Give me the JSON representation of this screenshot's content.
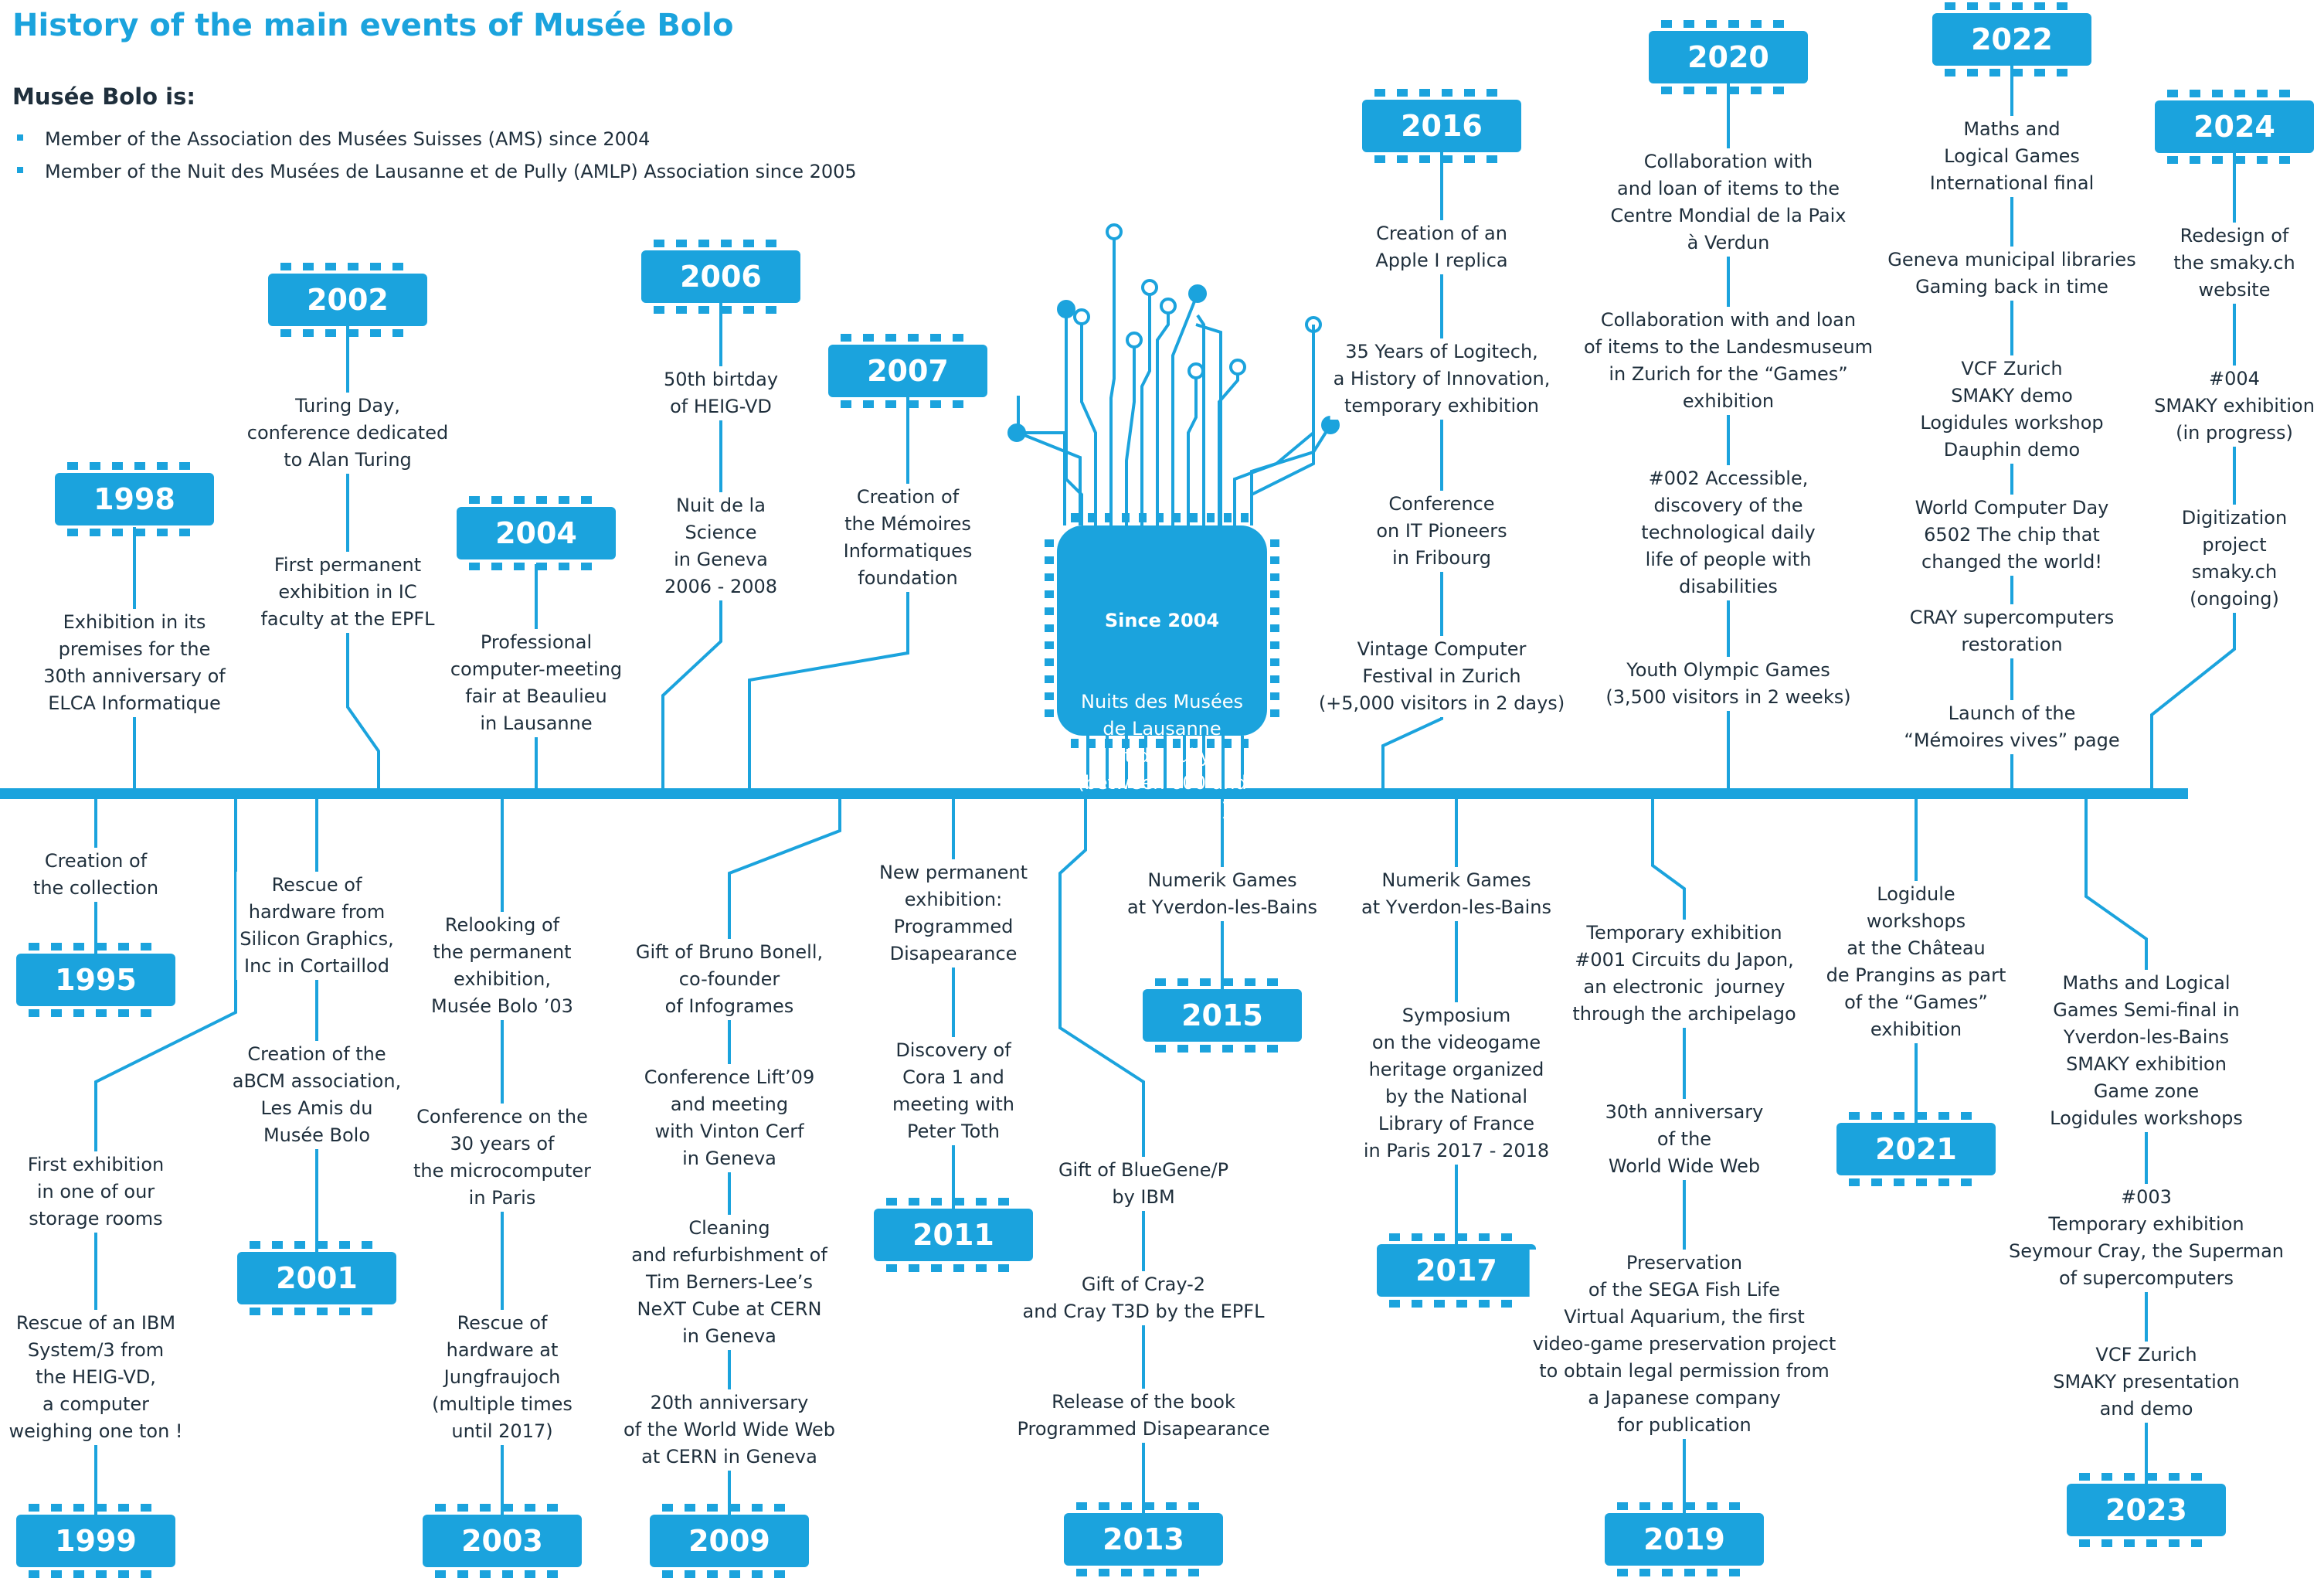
{
  "title": "History of the main events of Musée Bolo",
  "intro": {
    "heading": "Musée Bolo is:",
    "items": [
      "Member of the Association des Musées Suisses (AMS) since 2004",
      "Member of the Nuit des Musées de Lausanne et de Pully (AMLP) Association since 2005"
    ]
  },
  "colors": {
    "accent": "#1ba3dd",
    "text": "#1f2f3c",
    "background": "#ffffff"
  },
  "icons": [
    "chip-icon",
    "circuit-trace-icon"
  ],
  "center": {
    "year": "Since 2004",
    "text": "Nuits des Musées\nde Lausanne\net de Pully\n(between 600 and\n1,500 visitors)"
  },
  "above": [
    {
      "year": "1998",
      "events": [
        "Exhibition in its\npremises for the\n30th anniversary of\nELCA Informatique"
      ]
    },
    {
      "year": "2002",
      "events": [
        "Turing Day,\nconference dedicated\nto Alan Turing",
        "First permanent\nexhibition in IC\nfaculty at the EPFL"
      ]
    },
    {
      "year": "2004",
      "events": [
        "Professional\ncomputer-meeting\nfair at Beaulieu\nin Lausanne"
      ]
    },
    {
      "year": "2006",
      "events": [
        "50th birtday\nof HEIG-VD",
        "Nuit de la\nScience\nin Geneva\n2006 - 2008"
      ]
    },
    {
      "year": "2007",
      "events": [
        "Creation of\nthe Mémoires\nInformatiques\nfoundation"
      ]
    },
    {
      "year": "2016",
      "events": [
        "Creation of an\nApple I replica",
        "35 Years of Logitech,\na History of Innovation,\ntemporary exhibition",
        "Conference\non IT Pioneers\nin Fribourg",
        "Vintage Computer\nFestival in Zurich\n(+5,000 visitors in 2 days)"
      ]
    },
    {
      "year": "2020",
      "events": [
        "Collaboration with\nand loan of items to the\nCentre Mondial de la Paix\nà Verdun",
        "Collaboration with and loan\nof items to the Landesmuseum\nin Zurich for the “Games”\nexhibition",
        "#002 Accessible,\ndiscovery of the\ntechnological daily\nlife of people with\ndisabilities",
        "Youth Olympic Games\n(3,500 visitors in 2 weeks)"
      ]
    },
    {
      "year": "2022",
      "events": [
        "Maths and\nLogical Games\nInternational final",
        "Geneva municipal libraries\nGaming back in time",
        "VCF Zurich\nSMAKY demo\nLogidules workshop\nDauphin demo",
        "World Computer Day\n6502 The chip that\nchanged the world!",
        "CRAY supercomputers\nrestoration",
        "Launch of the\n“Mémoires vives” page"
      ]
    },
    {
      "year": "2024",
      "events": [
        "Redesign of\nthe smaky.ch\nwebsite",
        "#004\nSMAKY exhibition\n(in progress)",
        "Digitization\nproject\nsmaky.ch\n(ongoing)"
      ]
    }
  ],
  "below": [
    {
      "year": "1995",
      "events": [
        "Creation of\nthe collection"
      ]
    },
    {
      "year": "1999",
      "events": [
        "First exhibition\nin one of our\nstorage rooms",
        "Rescue of an IBM\nSystem/3 from\nthe HEIG-VD,\na computer\nweighing one ton !"
      ]
    },
    {
      "year": "2001",
      "events": [
        "Rescue of\nhardware from\nSilicon Graphics,\nInc in Cortaillod",
        "Creation of the\naBCM association,\nLes Amis du\nMusée Bolo"
      ]
    },
    {
      "year": "2003",
      "events": [
        "Relooking of\nthe permanent\nexhibition,\nMusée Bolo ’03",
        "Conference on the\n30 years of\nthe microcomputer\nin Paris",
        "Rescue of\nhardware at\nJungfraujoch\n(multiple times\nuntil 2017)"
      ]
    },
    {
      "year": "2009",
      "events": [
        "Gift of Bruno Bonell,\nco-founder\nof Infogrames",
        "Conference Lift’09\nand meeting\nwith Vinton Cerf\nin Geneva",
        "Cleaning\nand refurbishment of\nTim Berners-Lee’s\nNeXT Cube at CERN\nin Geneva",
        "20th anniversary\nof the World Wide Web\nat CERN in Geneva"
      ]
    },
    {
      "year": "2011",
      "events": [
        "New permanent\nexhibition:\nProgrammed\nDisapearance",
        "Discovery of\nCora 1 and\nmeeting with\nPeter Toth"
      ]
    },
    {
      "year": "2013",
      "events": [
        "Gift of BlueGene/P\nby IBM",
        "Gift of Cray-2\nand Cray T3D by the EPFL",
        "Release of the book\nProgrammed Disapearance"
      ]
    },
    {
      "year": "2015",
      "events": [
        "Numerik Games\nat Yverdon-les-Bains"
      ]
    },
    {
      "year": "2017",
      "events": [
        "Numerik Games\nat Yverdon-les-Bains",
        "Symposium\non the videogame\nheritage organized\nby the National\nLibrary of France\nin Paris 2017 - 2018"
      ]
    },
    {
      "year": "2019",
      "events": [
        "Temporary exhibition\n#001 Circuits du Japon,\nan electronic  journey\nthrough the archipelago",
        "30th anniversary\nof the\nWorld Wide Web",
        "Preservation\nof the SEGA Fish Life\nVirtual Aquarium, the first\nvideo-game preservation project\nto obtain legal permission from\na Japanese company\nfor publication"
      ]
    },
    {
      "year": "2021",
      "events": [
        "Logidule\nworkshops\nat the Château\nde Prangins as part\nof the “Games”\nexhibition"
      ]
    },
    {
      "year": "2023",
      "events": [
        "Maths and Logical\nGames Semi-final in\nYverdon-les-Bains\nSMAKY exhibition\nGame zone\nLogidules workshops",
        "#003\nTemporary exhibition\nSeymour Cray, the Superman\nof supercomputers",
        "VCF Zurich\nSMAKY presentation\nand demo"
      ]
    }
  ]
}
